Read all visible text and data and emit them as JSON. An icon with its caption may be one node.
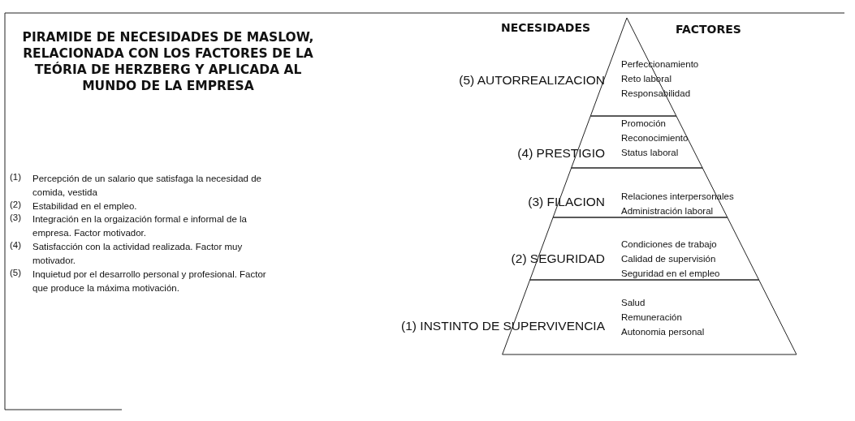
{
  "diagram": {
    "title": "PIRAMIDE DE NECESIDADES DE MASLOW, RELACIONADA CON LOS FACTORES DE LA TEÓRIA DE HERZBERG Y APLICADA AL MUNDO DE LA EMPRESA",
    "nodes": [
      {
        "text": [
          "(5) AUTORREALIZACION",
          "Perfeccionamiento",
          "Reto laboral",
          "Responsabilidad"
        ]
      },
      {
        "text": [
          "(4) PRESTIGIO",
          "Promoción",
          "Reconocimiento",
          "Status laboral"
        ]
      },
      {
        "text": [
          "(3) FILACION",
          "Relaciones interpersonales",
          "Administración laboral"
        ]
      },
      {
        "text": [
          "(2) SEGURIDAD",
          "Condiciones de trabajo",
          "Calidad de supervisión",
          "Seguridad en el empleo"
        ]
      },
      {
        "text": [
          "(1) INSTINTO DE SUPERVIVENCIA",
          "Salud",
          "Remuneración",
          "Autonomia personal"
        ]
      }
    ],
    "edges": [],
    "labels": [
      "NECESIDADES",
      "FACTORES",
      "(1)",
      "Percepción de un salario que satisfaga la necesidad de comida, vestida",
      "(2)",
      "Estabilidad en el empleo.",
      "(3)",
      "Integración en la orgaización formal e informal de la empresa. Factor motivador.",
      "(4)",
      "Satisfacción con la actividad realizada. Factor muy motivador.",
      "(5)",
      "Inquietud por el desarrollo personal y profesional. Factor que produce la máxima motivación."
    ]
  }
}
